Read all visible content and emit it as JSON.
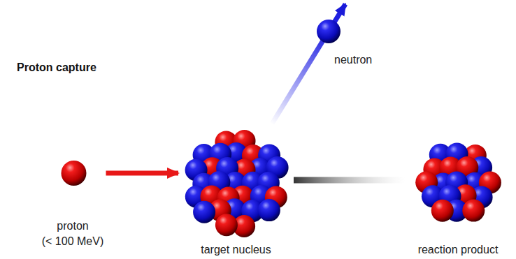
{
  "diagram": {
    "title": "Proton capture",
    "nodes": [
      {
        "text": [
          "proton",
          "(< 100 MeV)"
        ]
      },
      {
        "text": [
          "target nucleus"
        ]
      },
      {
        "text": [
          "neutron"
        ]
      },
      {
        "text": [
          "reaction product"
        ]
      }
    ],
    "edges": [
      {
        "from": 0,
        "to": 1,
        "arrow": "to"
      },
      {
        "from": 1,
        "to": 2,
        "arrow": "to"
      },
      {
        "from": 1,
        "to": 3,
        "arrow": "none"
      }
    ]
  }
}
